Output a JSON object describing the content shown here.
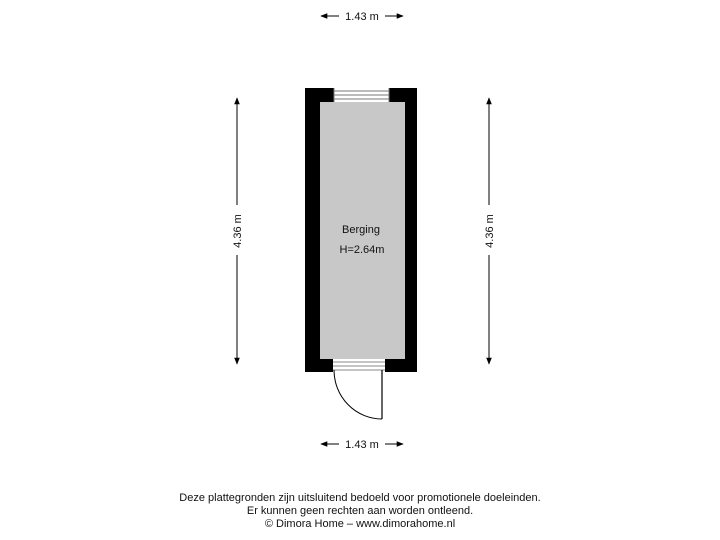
{
  "room": {
    "name": "Berging",
    "height": "H=2.64m"
  },
  "dimensions": {
    "top_width": "1.43 m",
    "bottom_width": "1.43 m",
    "left_length": "4.36 m",
    "right_length": "4.36 m"
  },
  "footer": {
    "line1": "Deze plattegronden zijn uitsluitend bedoeld voor promotionele doeleinden.",
    "line2": "Er kunnen geen rechten aan worden ontleend.",
    "line3": "© Dimora Home – www.dimorahome.nl"
  },
  "colors": {
    "wall": "#000000",
    "floor": "#c8c8c8",
    "background": "#ffffff"
  }
}
